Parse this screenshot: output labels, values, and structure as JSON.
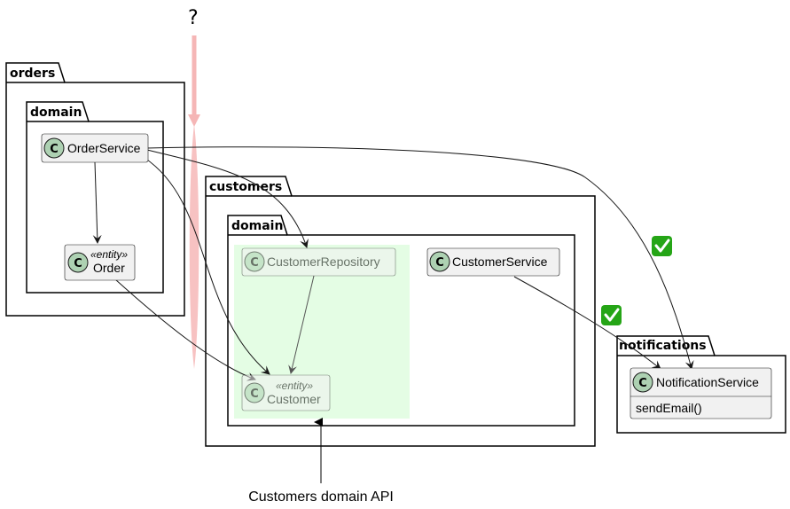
{
  "packages": {
    "orders": "orders",
    "orders_domain": "domain",
    "customers": "customers",
    "customers_domain": "domain",
    "notifications": "notifications"
  },
  "classes": {
    "order_service": {
      "name": "OrderService",
      "icon": "C"
    },
    "order": {
      "name": "Order",
      "stereotype": "«entity»",
      "icon": "C"
    },
    "customer_repository": {
      "name": "CustomerRepository",
      "icon": "C"
    },
    "customer_service": {
      "name": "CustomerService",
      "icon": "C"
    },
    "customer": {
      "name": "Customer",
      "stereotype": "«entity»",
      "icon": "C"
    },
    "notification_service": {
      "name": "NotificationService",
      "icon": "C",
      "methods": [
        "sendEmail()"
      ]
    }
  },
  "annotations": {
    "question": "?",
    "api_label": "Customers domain API",
    "check_icon": "check-mark"
  },
  "colors": {
    "class_fill": "#f1f1f1",
    "icon_fill": "#add1b2",
    "highlight_fill": "#e4fde4",
    "boundary_red": "#f5b6b6",
    "check_green": "#25a516"
  }
}
